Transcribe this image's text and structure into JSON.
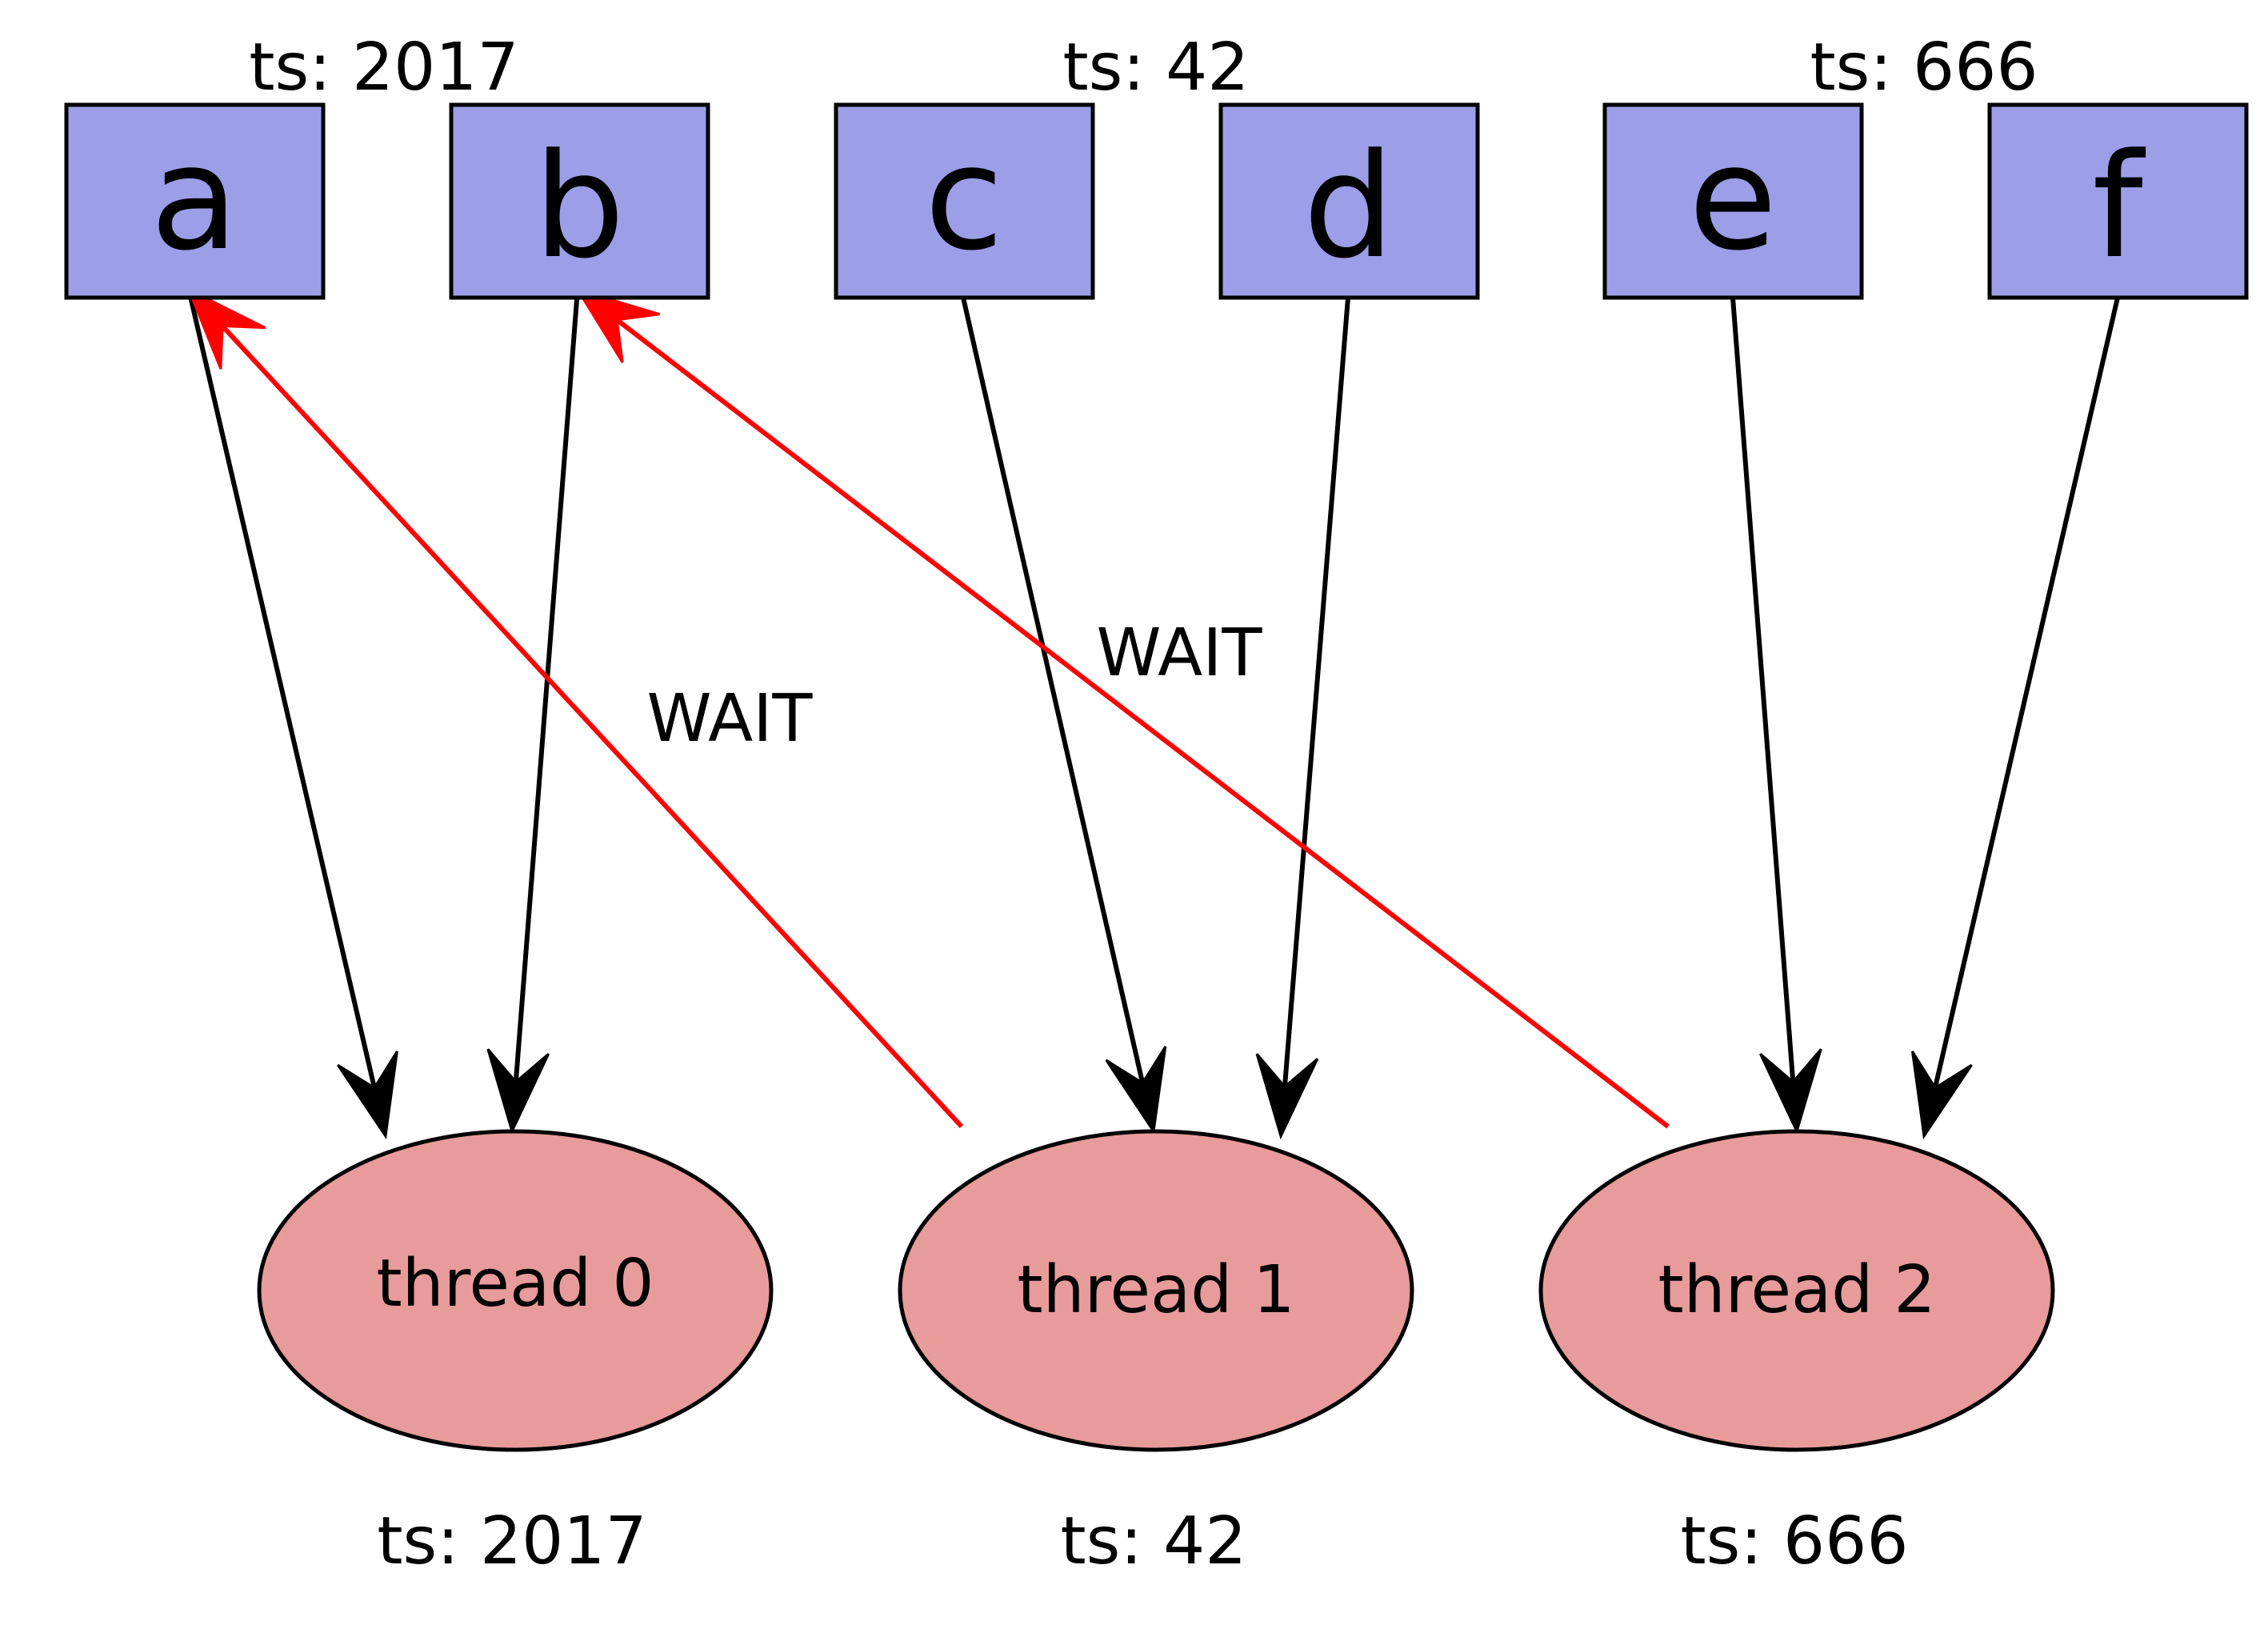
{
  "colors": {
    "resource_fill": "#9c9ee8",
    "thread_fill": "#e89b9b",
    "edge": "#000000",
    "wait_edge": "#ff0000"
  },
  "timestamps_top": [
    "ts: 2017",
    "ts: 42",
    "ts: 666"
  ],
  "resources": [
    {
      "id": "a",
      "label": "a"
    },
    {
      "id": "b",
      "label": "b"
    },
    {
      "id": "c",
      "label": "c"
    },
    {
      "id": "d",
      "label": "d"
    },
    {
      "id": "e",
      "label": "e"
    },
    {
      "id": "f",
      "label": "f"
    }
  ],
  "threads": [
    {
      "id": "t0",
      "label": "thread 0",
      "ts": "ts: 2017"
    },
    {
      "id": "t1",
      "label": "thread 1",
      "ts": "ts: 42"
    },
    {
      "id": "t2",
      "label": "thread 2",
      "ts": "ts: 666"
    }
  ],
  "edges": [
    {
      "from": "a",
      "to": "t0",
      "kind": "holds"
    },
    {
      "from": "b",
      "to": "t0",
      "kind": "holds"
    },
    {
      "from": "c",
      "to": "t1",
      "kind": "holds"
    },
    {
      "from": "d",
      "to": "t1",
      "kind": "holds"
    },
    {
      "from": "e",
      "to": "t2",
      "kind": "holds"
    },
    {
      "from": "f",
      "to": "t2",
      "kind": "holds"
    }
  ],
  "wait_edges": [
    {
      "from": "t1",
      "to": "a",
      "label": "WAIT"
    },
    {
      "from": "t2",
      "to": "b",
      "label": "WAIT"
    }
  ]
}
